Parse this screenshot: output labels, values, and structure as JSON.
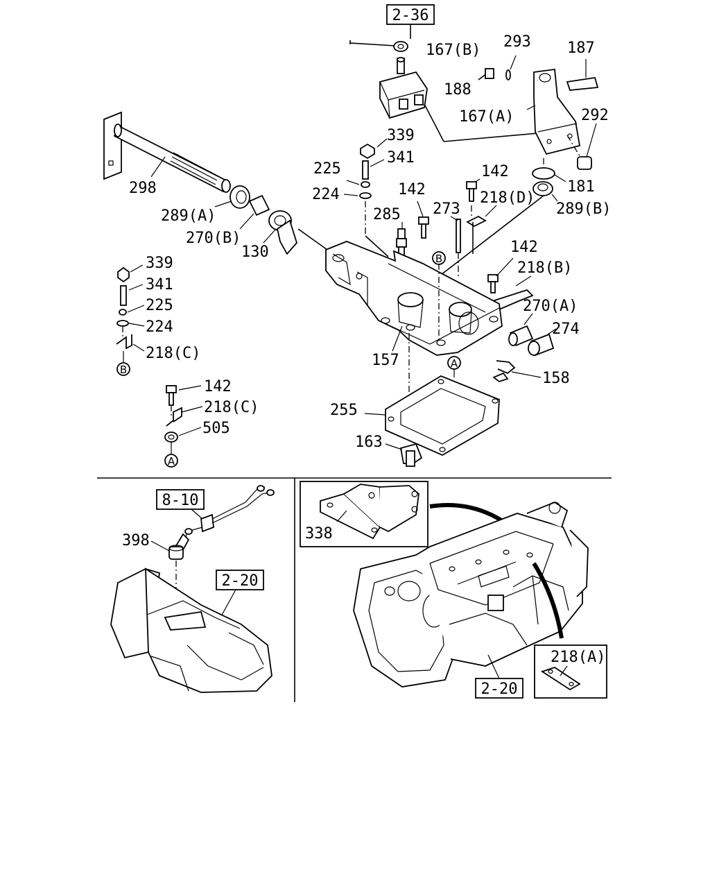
{
  "refs": {
    "top_box": "2-36",
    "switch_box": "8-10",
    "trans_left": "2-20",
    "trans_right": "2-20"
  },
  "parts": {
    "p167b": "167(B)",
    "p293": "293",
    "p187": "187",
    "p188": "188",
    "p167a": "167(A)",
    "p292": "292",
    "p298": "298",
    "p339_top": "339",
    "p341_top": "341",
    "p225_top": "225",
    "p224_top": "224",
    "p142_a": "142",
    "p142_b": "142",
    "p218d": "218(D)",
    "p181": "181",
    "p289b": "289(B)",
    "p289a": "289(A)",
    "p285": "285",
    "p273": "273",
    "p270b": "270(B)",
    "p130": "130",
    "p142_c": "142",
    "p218b": "218(B)",
    "p339_left": "339",
    "p341_left": "341",
    "p225_left": "225",
    "p224_left": "224",
    "p270a": "270(A)",
    "p274": "274",
    "p218c_top": "218(C)",
    "p157": "157",
    "p158": "158",
    "p142_d": "142",
    "p218c_bot": "218(C)",
    "p255": "255",
    "p505": "505",
    "p163": "163",
    "p398": "398",
    "p338": "338",
    "p218a": "218(A)"
  },
  "markers": {
    "a": "A",
    "b": "B"
  }
}
